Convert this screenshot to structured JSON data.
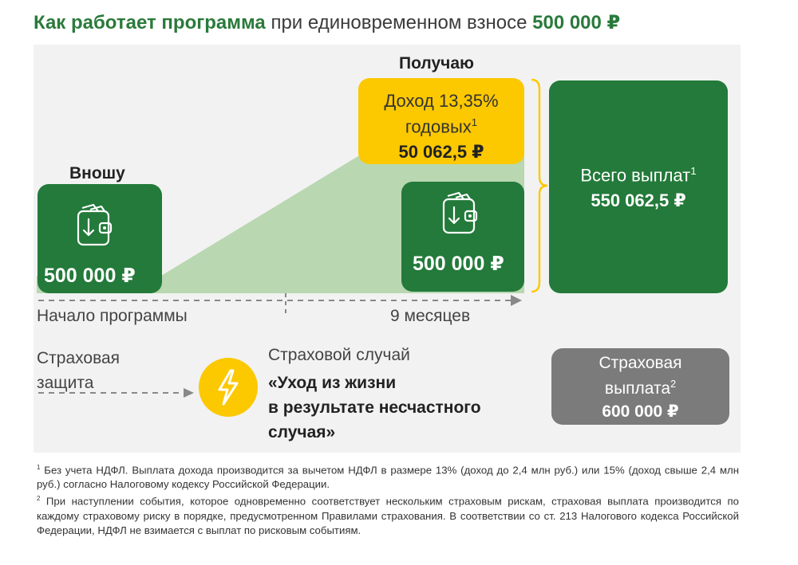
{
  "header": {
    "title_accent": "Как работает программа",
    "title_middle": "при единовременном взносе",
    "title_amount": "500 000 ₽"
  },
  "diagram": {
    "deposit_label": "Вношу",
    "deposit_amount": "500 000 ₽",
    "receive_label": "Получаю",
    "income_line1": "Доход 13,35%",
    "income_line2": "годовых",
    "income_footnote": "1",
    "income_amount": "50 062,5 ₽",
    "return_amount": "500 000 ₽",
    "total_label": "Всего выплат",
    "total_footnote": "1",
    "total_amount": "550 062,5 ₽",
    "timeline_start": "Начало программы",
    "timeline_end": "9 месяцев",
    "protection_line1": "Страховая",
    "protection_line2": "защита",
    "event_label": "Страховой случай",
    "event_line1": "«Уход из жизни",
    "event_line2": "в результате несчастного",
    "event_line3": "случая»",
    "payout_line1": "Страховая",
    "payout_line2": "выплата",
    "payout_footnote": "2",
    "payout_amount": "600 000 ₽"
  },
  "colors": {
    "green": "#237a3a",
    "light_green": "#b9d7b1",
    "yellow": "#fcc800",
    "gray_box": "#7b7b7b",
    "panel": "#f2f2f2"
  },
  "icons": [
    "wallet-icon",
    "lightning-icon"
  ],
  "footnotes": {
    "note1_marker": "1",
    "note1_text": "Без учета НДФЛ. Выплата дохода производится за вычетом НДФЛ в размере 13% (доход до 2,4 млн руб.) или 15% (доход свыше 2,4 млн руб.) согласно Налоговому кодексу Российской Федерации.",
    "note2_marker": "2",
    "note2_text": "При наступлении события, которое одновременно соответствует нескольким страховым рискам, страховая выплата производится по каждому страховому риску в порядке, предусмотренном Правилами страхования. В соответствии со ст. 213 Налогового кодекса Российской Федерации, НДФЛ не взимается с выплат по рисковым событиям."
  }
}
